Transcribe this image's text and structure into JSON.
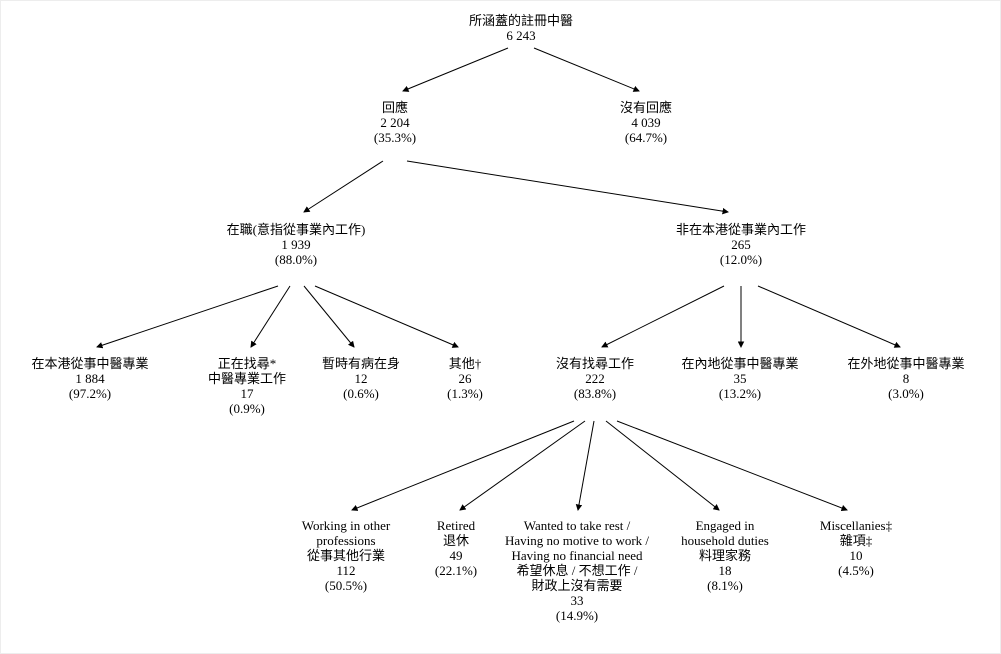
{
  "colors": {
    "background": "#ffffff",
    "text": "#000000",
    "arrow": "#000000"
  },
  "nodes": {
    "root": {
      "lines": [
        "所涵蓋的註冊中醫",
        "6 243"
      ]
    },
    "responded": {
      "lines": [
        "回應",
        "2 204",
        "(35.3%)"
      ]
    },
    "no_response": {
      "lines": [
        "沒有回應",
        "4 039",
        "(64.7%)"
      ]
    },
    "working": {
      "lines": [
        "在職(意指從事業內工作)",
        "1 939",
        "(88.0%)"
      ]
    },
    "not_working_in_hk": {
      "lines": [
        "非在本港從事業內工作",
        "265",
        "(12.0%)"
      ]
    },
    "practising_cm_hk": {
      "lines": [
        "在本港從事中醫專業",
        "1 884",
        "(97.2%)"
      ]
    },
    "seeking_cm_work": {
      "lines": [
        "正在找尋*",
        "中醫專業工作",
        "17",
        "(0.9%)"
      ]
    },
    "temporarily_sick": {
      "lines": [
        "暫時有病在身",
        "12",
        "(0.6%)"
      ]
    },
    "others": {
      "lines": [
        "其他†",
        "26",
        "(1.3%)"
      ]
    },
    "not_seeking_work": {
      "lines": [
        "沒有找尋工作",
        "222",
        "(83.8%)"
      ]
    },
    "practising_cm_mainland": {
      "lines": [
        "在內地從事中醫專業",
        "35",
        "(13.2%)"
      ]
    },
    "practising_cm_overseas": {
      "lines": [
        "在外地從事中醫專業",
        "8",
        "(3.0%)"
      ]
    },
    "other_professions": {
      "lines": [
        "Working in other",
        "professions",
        "從事其他行業",
        "112",
        "(50.5%)"
      ]
    },
    "retired": {
      "lines": [
        "Retired",
        "退休",
        "49",
        "(22.1%)"
      ]
    },
    "take_rest": {
      "lines": [
        "Wanted to take rest /",
        "Having no motive to work /",
        "Having no financial need",
        "希望休息 / 不想工作 /",
        "財政上沒有需要",
        "33",
        "(14.9%)"
      ]
    },
    "household_duties": {
      "lines": [
        "Engaged in",
        "household duties",
        "料理家務",
        "18",
        "(8.1%)"
      ]
    },
    "miscellanies": {
      "lines": [
        "Miscellanies‡",
        "雜項‡",
        "10",
        "(4.5%)"
      ]
    }
  },
  "edges": [
    {
      "from": "root",
      "to": "responded"
    },
    {
      "from": "root",
      "to": "no_response"
    },
    {
      "from": "responded",
      "to": "working"
    },
    {
      "from": "responded",
      "to": "not_working_in_hk"
    },
    {
      "from": "working",
      "to": "practising_cm_hk"
    },
    {
      "from": "working",
      "to": "seeking_cm_work"
    },
    {
      "from": "working",
      "to": "temporarily_sick"
    },
    {
      "from": "working",
      "to": "others"
    },
    {
      "from": "not_working_in_hk",
      "to": "not_seeking_work"
    },
    {
      "from": "not_working_in_hk",
      "to": "practising_cm_mainland"
    },
    {
      "from": "not_working_in_hk",
      "to": "practising_cm_overseas"
    },
    {
      "from": "not_seeking_work",
      "to": "other_professions"
    },
    {
      "from": "not_seeking_work",
      "to": "retired"
    },
    {
      "from": "not_seeking_work",
      "to": "take_rest"
    },
    {
      "from": "not_seeking_work",
      "to": "household_duties"
    },
    {
      "from": "not_seeking_work",
      "to": "miscellanies"
    }
  ]
}
